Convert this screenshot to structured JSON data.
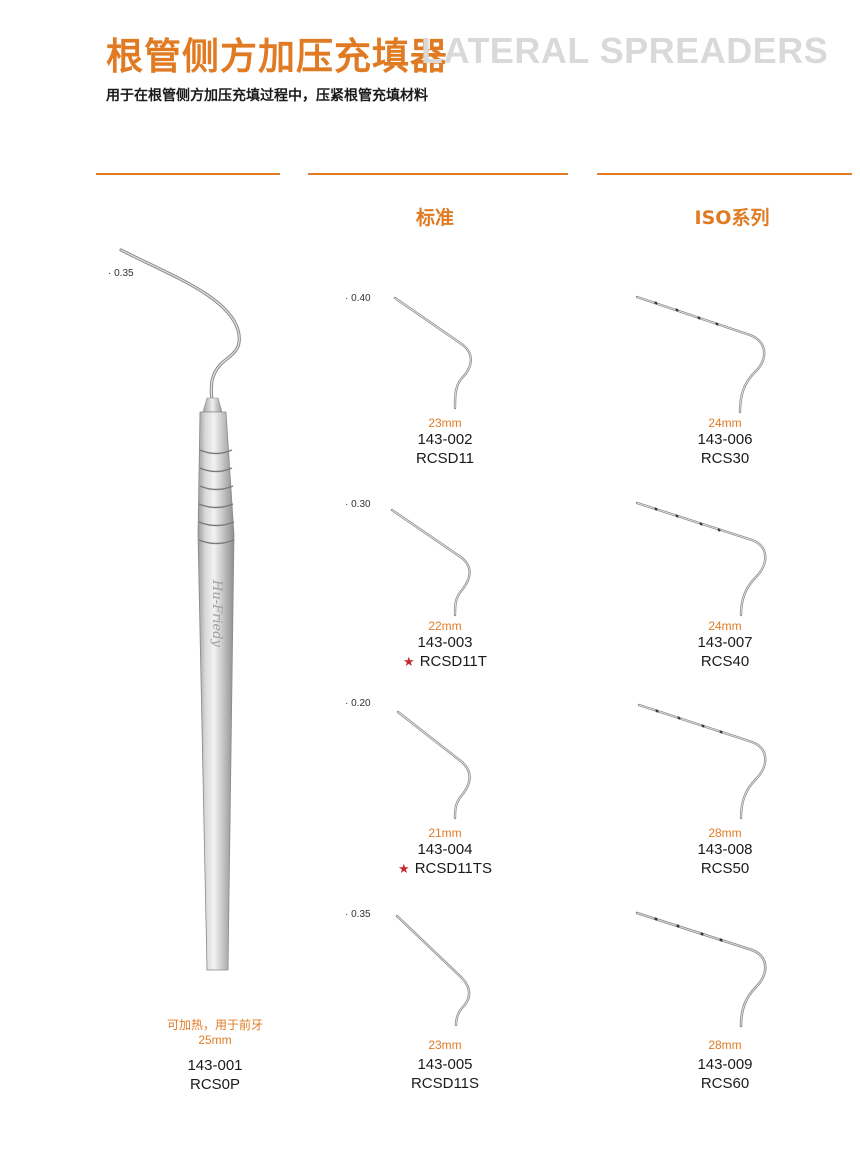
{
  "header": {
    "title_cn": "根管侧方加压充填器",
    "title_en": "LATERAL SPREADERS",
    "subtitle": "用于在根管侧方加压充填过程中，压紧根管充填材料"
  },
  "columns": {
    "standard": "标准",
    "iso": "ISO系列"
  },
  "colors": {
    "accent": "#e07b23",
    "star": "#c8262e",
    "title_en": "#d9d9d9"
  },
  "products": [
    {
      "id": "main",
      "tip": "· 0.35",
      "note": "可加热，用于前牙",
      "length": "25mm",
      "code": "143-001",
      "model": "RCS0P",
      "star": false
    },
    {
      "id": "s1",
      "tip": "· 0.40",
      "length": "23mm",
      "code": "143-002",
      "model": "RCSD11",
      "star": false
    },
    {
      "id": "s2",
      "tip": "· 0.30",
      "length": "22mm",
      "code": "143-003",
      "model": "RCSD11T",
      "star": true
    },
    {
      "id": "s3",
      "tip": "· 0.20",
      "length": "21mm",
      "code": "143-004",
      "model": "RCSD11TS",
      "star": true
    },
    {
      "id": "s4",
      "tip": "· 0.35",
      "length": "23mm",
      "code": "143-005",
      "model": "RCSD11S",
      "star": false
    },
    {
      "id": "i1",
      "length": "24mm",
      "code": "143-006",
      "model": "RCS30",
      "star": false
    },
    {
      "id": "i2",
      "length": "24mm",
      "code": "143-007",
      "model": "RCS40",
      "star": false
    },
    {
      "id": "i3",
      "length": "28mm",
      "code": "143-008",
      "model": "RCS50",
      "star": false
    },
    {
      "id": "i4",
      "length": "28mm",
      "code": "143-009",
      "model": "RCS60",
      "star": false
    }
  ],
  "handle_engraving": "Hu-Friedy",
  "star_glyph": "★"
}
